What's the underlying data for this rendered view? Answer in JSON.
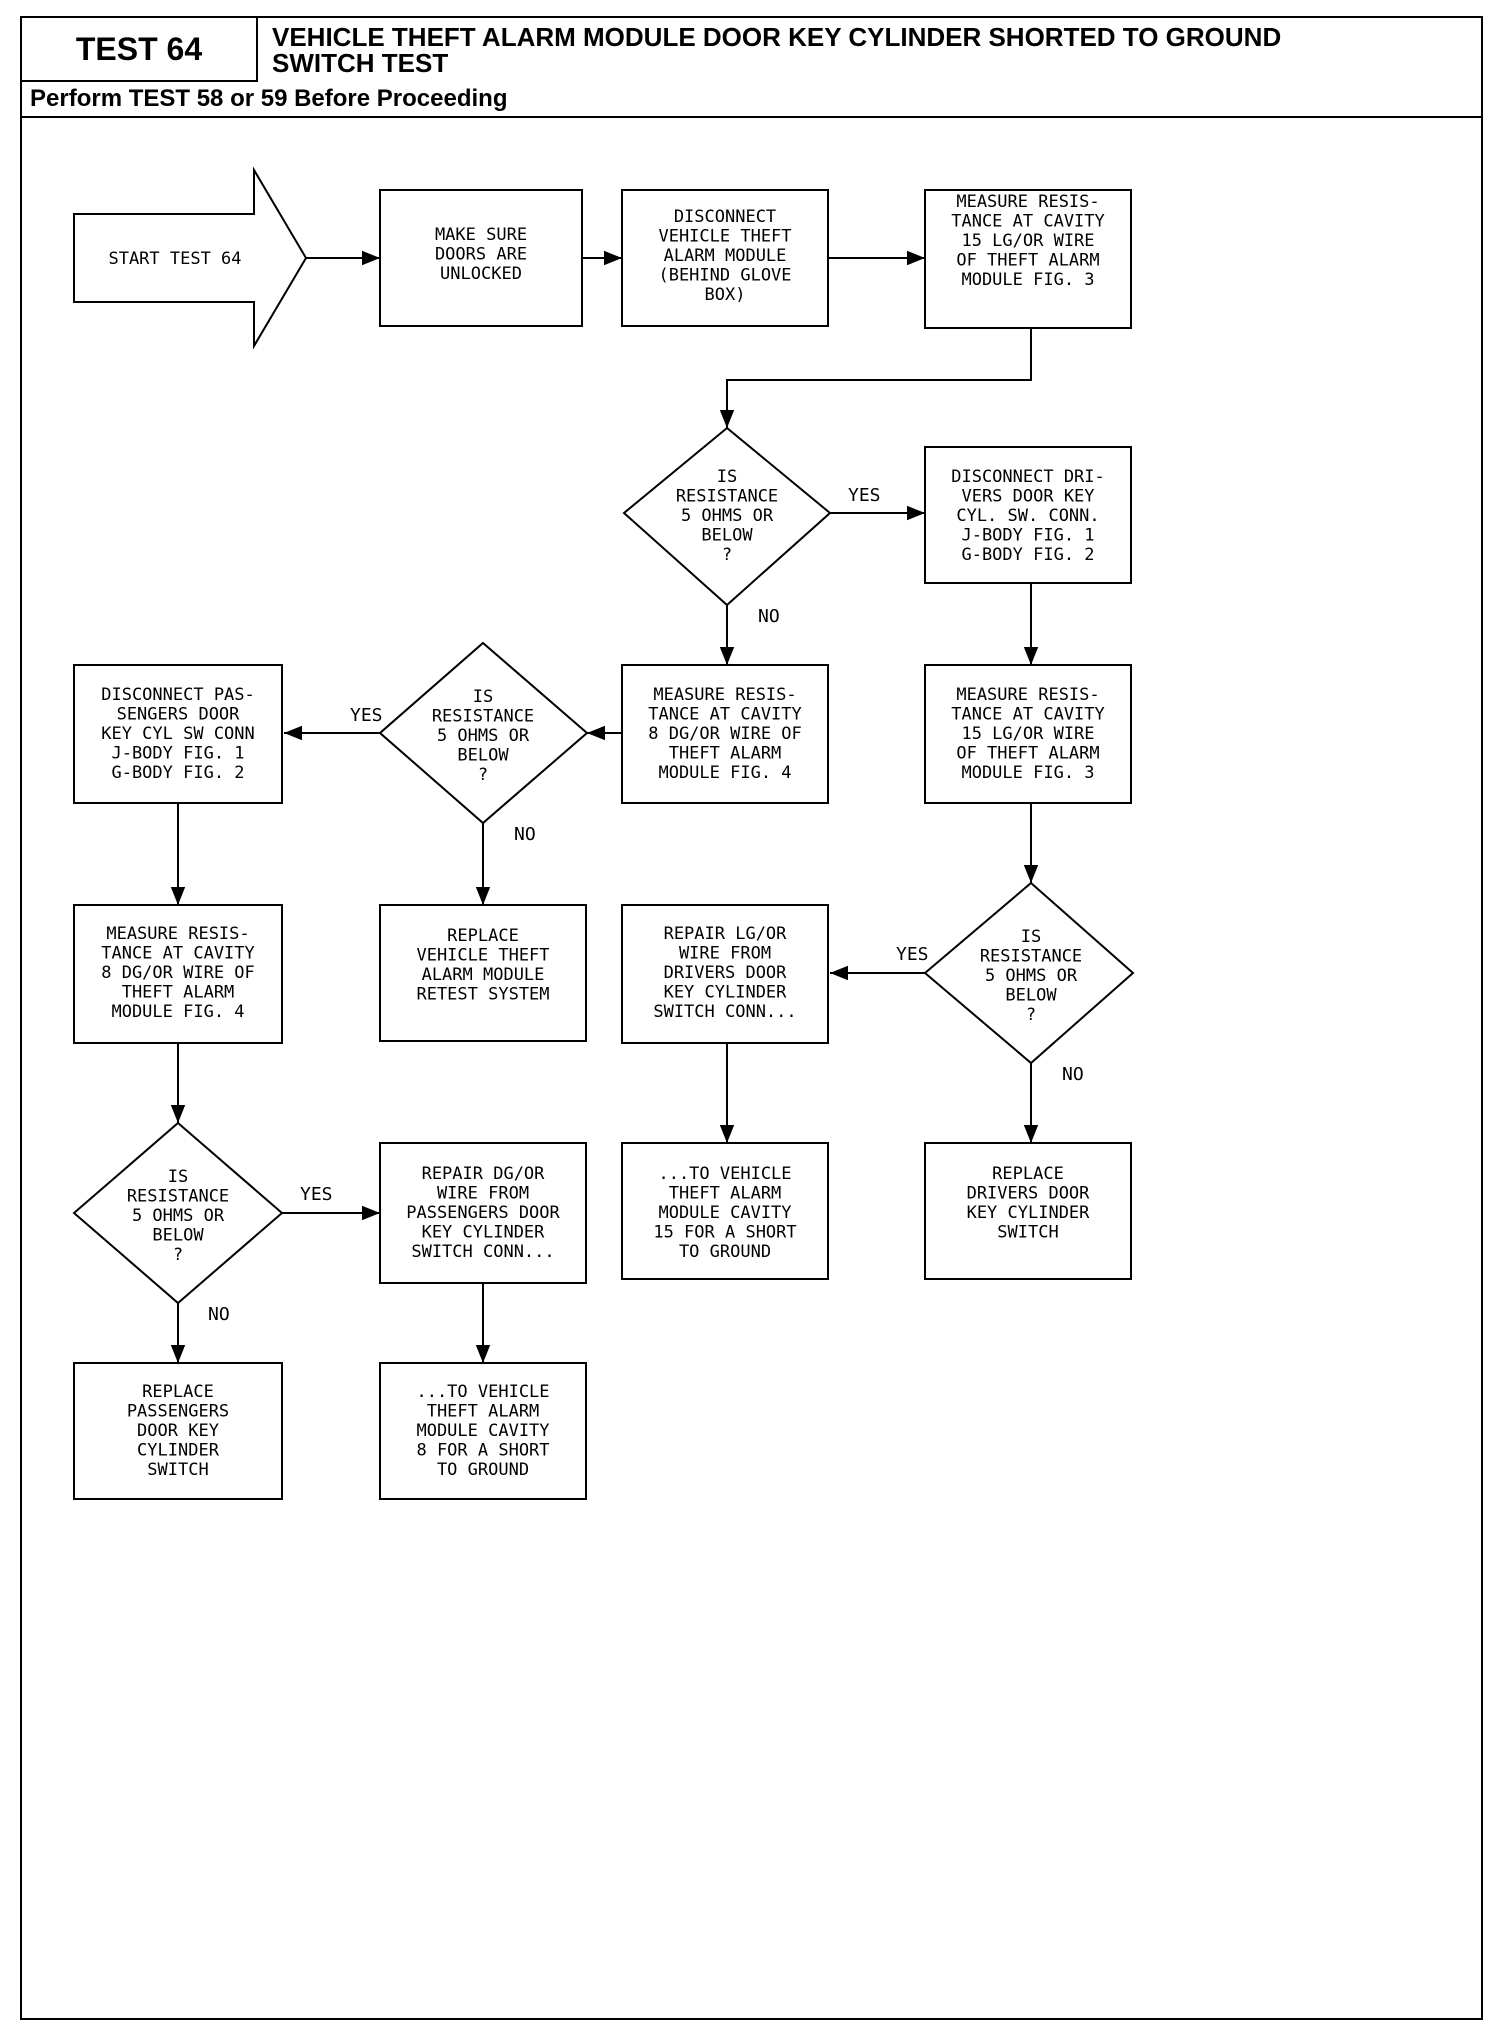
{
  "header": {
    "test_label": "TEST 64",
    "title_line1": "VEHICLE THEFT ALARM MODULE DOOR KEY CYLINDER SHORTED TO GROUND",
    "title_line2": "SWITCH TEST",
    "prerequisite": "Perform TEST 58 or 59 Before Proceeding"
  },
  "flow": {
    "start": [
      "START TEST 64"
    ],
    "b1": [
      "MAKE SURE",
      "DOORS ARE",
      "UNLOCKED"
    ],
    "b2": [
      "DISCONNECT",
      "VEHICLE THEFT",
      "ALARM MODULE",
      "(BEHIND GLOVE",
      "BOX)"
    ],
    "b3": [
      "MEASURE RESIS-",
      "TANCE AT CAVITY",
      "15 LG/OR WIRE",
      "OF THEFT ALARM",
      "MODULE FIG. 3"
    ],
    "d1": [
      "IS",
      "RESISTANCE",
      "5 OHMS OR",
      "BELOW",
      "?"
    ],
    "b4": [
      "DISCONNECT DRI-",
      "VERS DOOR KEY",
      "CYL. SW. CONN.",
      "J-BODY FIG. 1",
      "G-BODY FIG. 2"
    ],
    "b5": [
      "MEASURE RESIS-",
      "TANCE AT CAVITY",
      "8 DG/OR WIRE OF",
      "THEFT ALARM",
      "MODULE FIG. 4"
    ],
    "d2": [
      "IS",
      "RESISTANCE",
      "5 OHMS OR",
      "BELOW",
      "?"
    ],
    "b6": [
      "DISCONNECT PAS-",
      "SENGERS DOOR",
      "KEY CYL SW CONN",
      "J-BODY FIG. 1",
      "G-BODY FIG. 2"
    ],
    "b7": [
      "MEASURE RESIS-",
      "TANCE AT CAVITY",
      "15 LG/OR WIRE",
      "OF THEFT ALARM",
      "MODULE FIG. 3"
    ],
    "b8": [
      "REPLACE",
      "VEHICLE THEFT",
      "ALARM MODULE",
      "RETEST SYSTEM"
    ],
    "b9": [
      "MEASURE RESIS-",
      "TANCE AT CAVITY",
      "8 DG/OR WIRE OF",
      "THEFT ALARM",
      "MODULE FIG. 4"
    ],
    "d3": [
      "IS",
      "RESISTANCE",
      "5 OHMS OR",
      "BELOW",
      "?"
    ],
    "b10": [
      "REPAIR LG/OR",
      "WIRE FROM",
      "DRIVERS DOOR",
      "KEY CYLINDER",
      "SWITCH CONN..."
    ],
    "b11": [
      "...TO VEHICLE",
      "THEFT ALARM",
      "MODULE CAVITY",
      "15 FOR A SHORT",
      "TO GROUND"
    ],
    "b12": [
      "REPLACE",
      "DRIVERS DOOR",
      "KEY CYLINDER",
      "SWITCH"
    ],
    "d4": [
      "IS",
      "RESISTANCE",
      "5 OHMS OR",
      "BELOW",
      "?"
    ],
    "b13": [
      "REPAIR DG/OR",
      "WIRE FROM",
      "PASSENGERS DOOR",
      "KEY CYLINDER",
      "SWITCH CONN..."
    ],
    "b14": [
      "REPLACE",
      "PASSENGERS",
      "DOOR KEY",
      "CYLINDER",
      "SWITCH"
    ],
    "b15": [
      "...TO VEHICLE",
      "THEFT ALARM",
      "MODULE CAVITY",
      "8 FOR A SHORT",
      "TO GROUND"
    ],
    "yes": "YES",
    "no": "NO"
  }
}
